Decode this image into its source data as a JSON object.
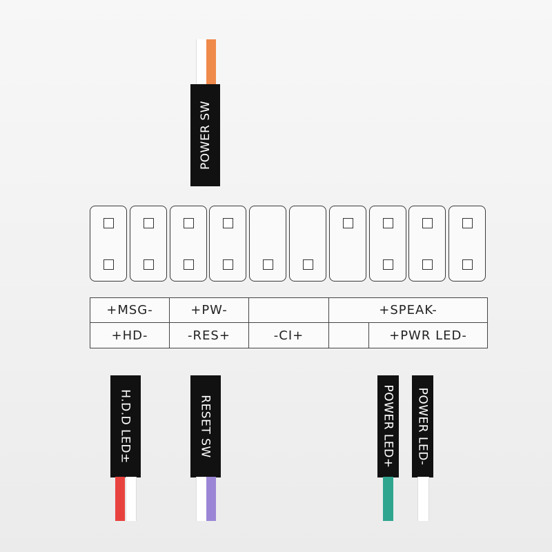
{
  "connectors": {
    "power_sw": "POWER SW",
    "hdd_led": "H.D.D LED±",
    "reset_sw": "RESET SW",
    "power_led_plus": "POWER LED+",
    "power_led_minus": "POWER LED-"
  },
  "header": {
    "pins_top": [
      true,
      true,
      true,
      true,
      false,
      false,
      true,
      true,
      true,
      true
    ],
    "pins_bottom": [
      true,
      true,
      true,
      true,
      true,
      true,
      false,
      true,
      true,
      true
    ]
  },
  "labels": {
    "row1": {
      "msg": "+MSG-",
      "pw": "+PW-",
      "blank": "",
      "speak": "+SPEAK-"
    },
    "row2": {
      "hd": "+HD-",
      "res": "-RES+",
      "ci": "-CI+",
      "blank": "",
      "pwr_led": "+PWR LED-"
    }
  },
  "colors": {
    "plug": "#111111",
    "wire_white": "#ffffff",
    "wire_orange": "#f08a4b",
    "wire_red": "#e8423f",
    "wire_purple": "#9b86d6",
    "wire_teal": "#2fa58f"
  }
}
